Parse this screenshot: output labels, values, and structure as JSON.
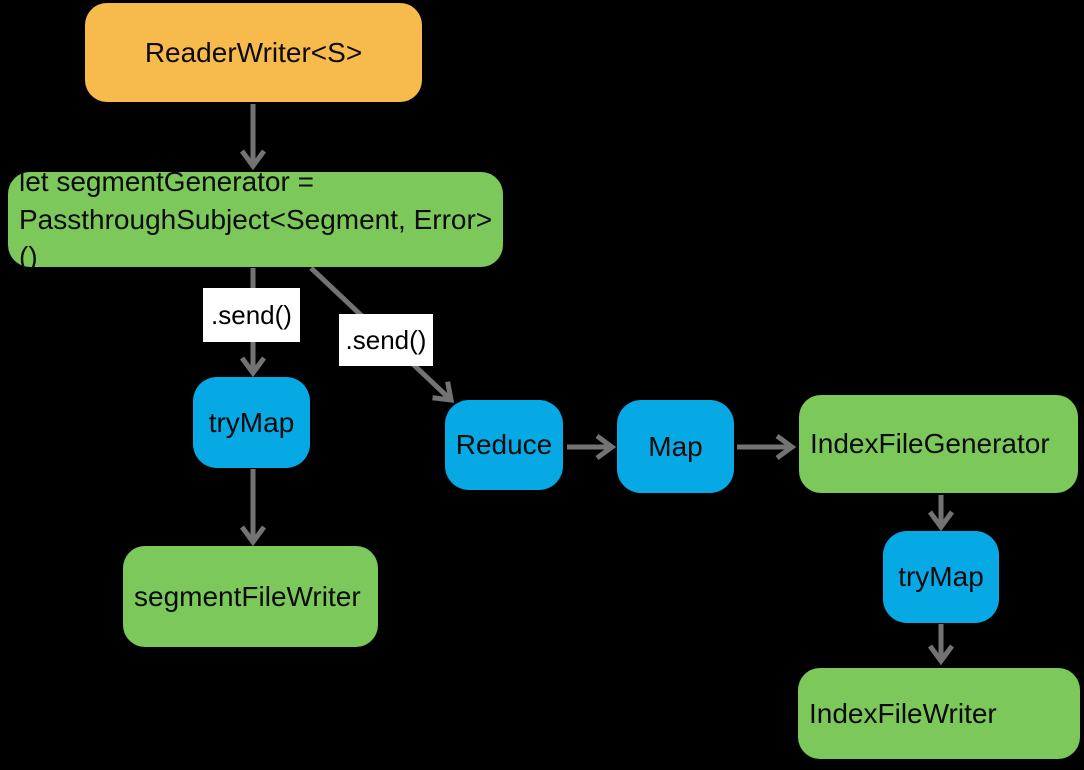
{
  "colors": {
    "background": "#000000",
    "node_orange": "#F7BA4C",
    "node_green": "#7CC85A",
    "node_blue": "#06A9E4",
    "arrow": "#737373",
    "label_bg": "#FFFFFF",
    "text": "#0B0B0B"
  },
  "diagram": {
    "nodes": {
      "reader_writer": {
        "label": "ReaderWriter<S>",
        "color": "orange"
      },
      "segment_generator": {
        "label": "let segmentGenerator =\nPassthroughSubject<Segment, Error>()",
        "color": "green"
      },
      "try_map_1": {
        "label": "tryMap",
        "color": "blue"
      },
      "reduce": {
        "label": "Reduce",
        "color": "blue"
      },
      "map": {
        "label": "Map",
        "color": "blue"
      },
      "index_file_generator": {
        "label": "IndexFileGenerator",
        "color": "green"
      },
      "segment_file_writer": {
        "label": "segmentFileWriter",
        "color": "green"
      },
      "try_map_2": {
        "label": "tryMap",
        "color": "blue"
      },
      "index_file_writer": {
        "label": "IndexFileWriter",
        "color": "green"
      }
    },
    "edge_labels": {
      "send_1": ".send()",
      "send_2": ".send()"
    }
  }
}
